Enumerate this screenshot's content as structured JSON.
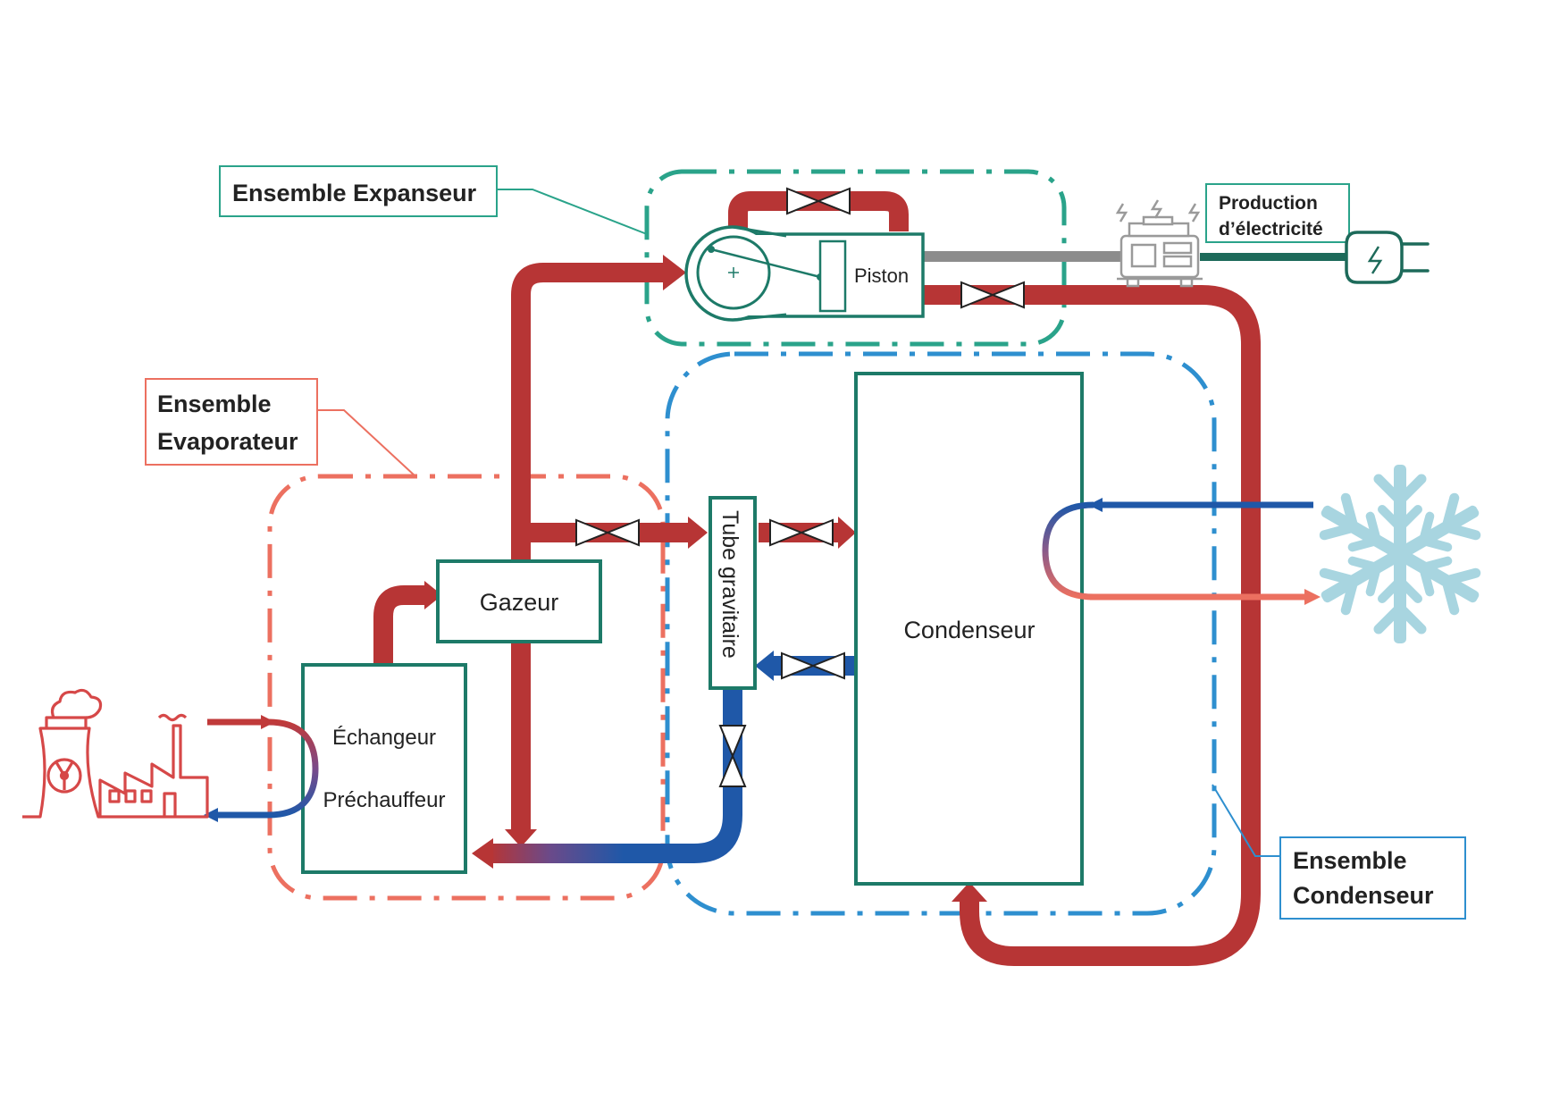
{
  "labels": {
    "expanseur": "Ensemble Expanseur",
    "production_line1": "Production",
    "production_line2": "d’électricité",
    "evaporateur_line1": "Ensemble",
    "evaporateur_line2": "Evaporateur",
    "condenseur_group_line1": "Ensemble",
    "condenseur_group_line2": "Condenseur",
    "piston": "Piston",
    "gazeur": "Gazeur",
    "echangeur": "Échangeur",
    "prechauffeur": "Préchauffeur",
    "tube": "Tube gravitaire",
    "condenseur": "Condenseur"
  },
  "colors": {
    "hot_pipe": "#b73535",
    "cold_pipe": "#1f58a8",
    "component_border": "#1d7a68",
    "expander_group": "#2aa38a",
    "evaporator_group": "#ec7060",
    "condenser_group": "#2e8fcf",
    "shaft": "#8c8c8c",
    "factory": "#d64848",
    "snowflake": "#a8d5e0",
    "generator": "#9a9a9a"
  },
  "icons": [
    "factory-icon",
    "snowflake-icon",
    "generator-icon",
    "plug-icon",
    "valve-icon",
    "flywheel-icon"
  ]
}
